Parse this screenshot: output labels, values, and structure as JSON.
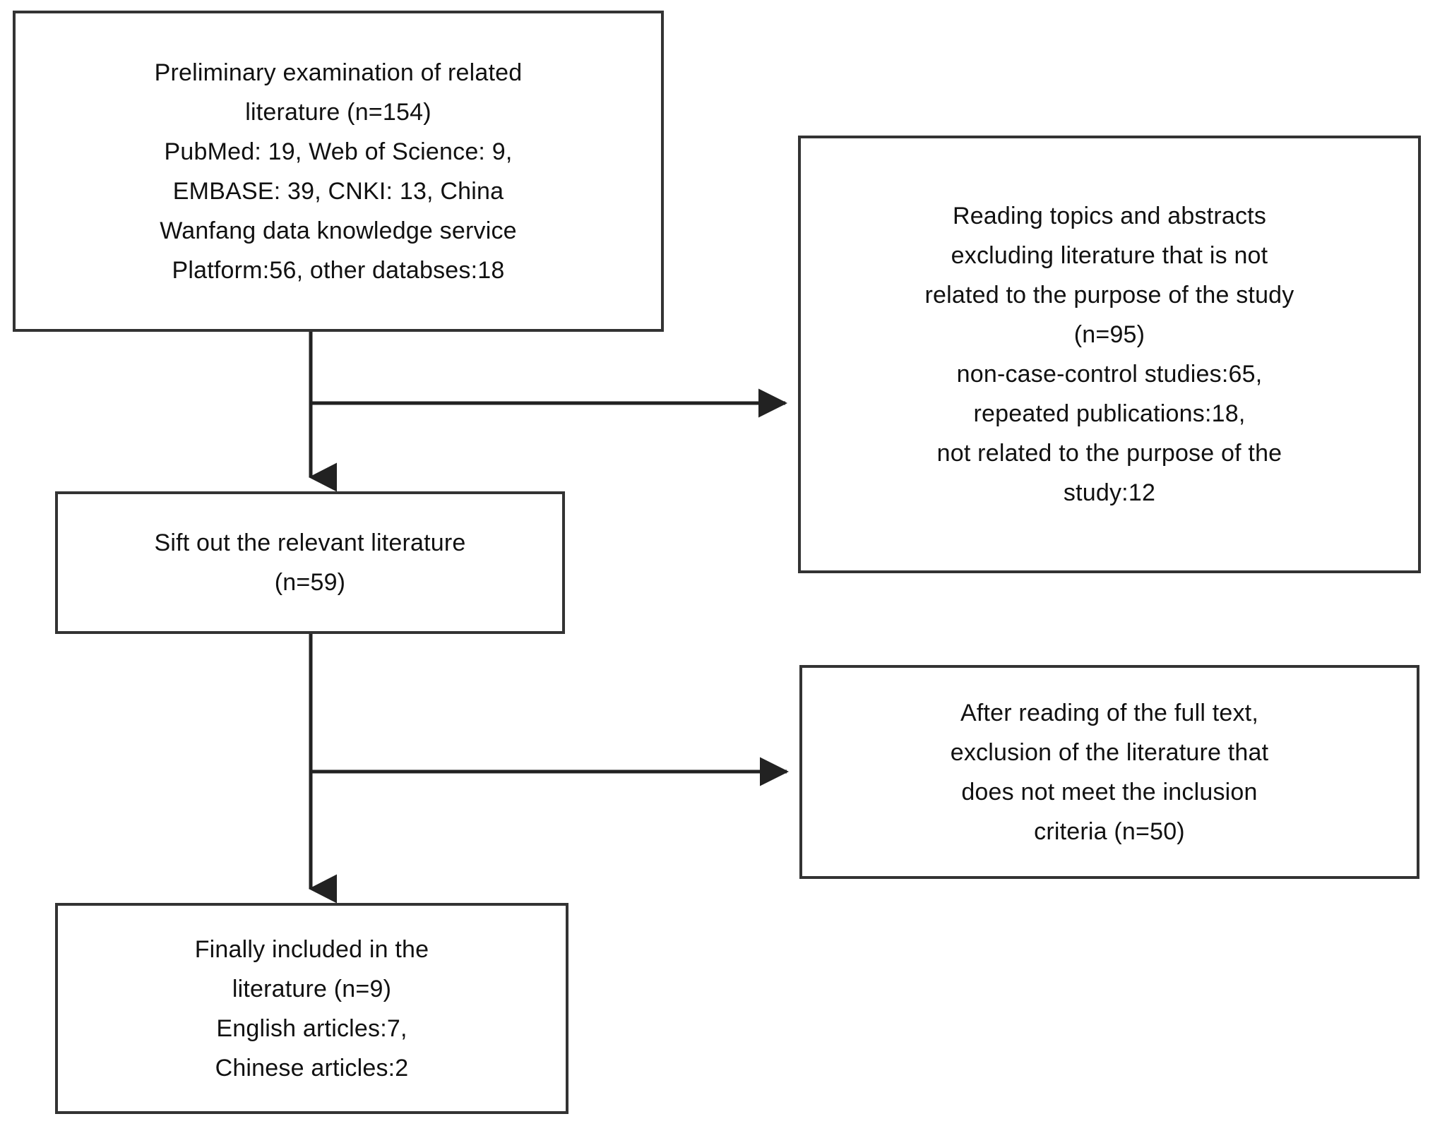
{
  "diagram": {
    "title": "Literature search and screening flow diagram",
    "type": "prisma-flowchart",
    "line_color": "#333333",
    "text_color": "#111111",
    "background": "#ffffff"
  },
  "boxes": {
    "initial_records": {
      "name": "Preliminary examination of related literature",
      "lines": [
        "Preliminary examination of related",
        "literature (n=154)",
        "PubMed: 19, Web of Science: 9,",
        "EMBASE: 39, CNKI: 13, China",
        "Wanfang data knowledge service",
        "Platform:56, other databses:18"
      ],
      "count": 154,
      "sources": [
        {
          "label": "PubMed",
          "value": 19
        },
        {
          "label": "Web of Science",
          "value": 9
        },
        {
          "label": "EMBASE",
          "value": 39
        },
        {
          "label": "CNKI",
          "value": 13
        },
        {
          "label": "China Wanfang data knowledge service Platform",
          "value": 56
        },
        {
          "label": "other databses",
          "value": 18
        }
      ]
    },
    "screened_records": {
      "name": "Sift out the relevant literature",
      "lines": [
        "Sift out the relevant literature",
        "(n=59)"
      ],
      "count": 59
    },
    "included_studies": {
      "name": "Finally included in the literature",
      "lines": [
        "Finally included in the",
        "literature (n=9)",
        "English articles:7,",
        "Chinese articles:2"
      ],
      "count": 9,
      "breakdown": [
        {
          "label": "English articles",
          "value": 7
        },
        {
          "label": "Chinese articles",
          "value": 2
        }
      ]
    },
    "title_abstract_exclusion": {
      "name": "Reading topics and abstracts exclusion",
      "lines": [
        "Reading topics and abstracts",
        "excluding literature that is not",
        "related to the purpose of the study",
        "(n=95)",
        "non-case-control studies:65,",
        "repeated publications:18,",
        "not related to the purpose of the",
        "study:12"
      ],
      "count": 95,
      "reasons": [
        {
          "label": "non-case-control studies",
          "value": 65
        },
        {
          "label": "repeated publications",
          "value": 18
        },
        {
          "label": "not related to the purpose of the study",
          "value": 12
        }
      ]
    },
    "fulltext_exclusion": {
      "name": "Full text reading exclusion",
      "lines": [
        "After reading of the full text,",
        "exclusion of the literature that",
        "does not meet the inclusion",
        "criteria (n=50)"
      ],
      "count": 50
    }
  },
  "connectors": [
    {
      "id": "initial-to-screened",
      "from": "initial_records",
      "to": "screened_records",
      "direction": "down",
      "arrowhead": true
    },
    {
      "id": "initial-to-title-abstract-exclusion",
      "from": "initial_records",
      "to": "title_abstract_exclusion",
      "direction": "right",
      "arrowhead": true
    },
    {
      "id": "screened-to-included",
      "from": "screened_records",
      "to": "included_studies",
      "direction": "down",
      "arrowhead": true
    },
    {
      "id": "screened-to-fulltext-exclusion",
      "from": "screened_records",
      "to": "fulltext_exclusion",
      "direction": "right",
      "arrowhead": true
    }
  ]
}
